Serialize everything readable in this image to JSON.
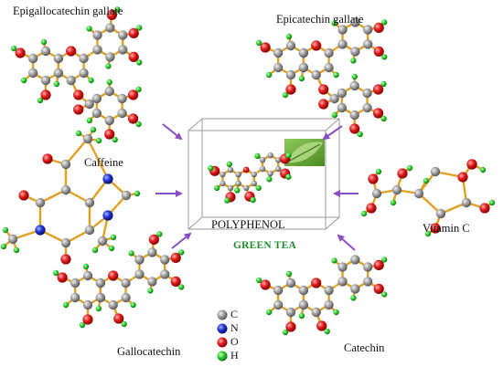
{
  "molecules": {
    "egcg": "Epigallocatechin gallate",
    "ecg": "Epicatechin gallate",
    "caffeine": "Caffeine",
    "vitc": "Vitamin C",
    "gallocatechin": "Gallocatechin",
    "catechin": "Catechin"
  },
  "center": {
    "polyphenol": "POLYPHENOL",
    "green_tea": "GREEN TEA"
  },
  "legend": [
    {
      "symbol": "C",
      "color": "#8c8c8c"
    },
    {
      "symbol": "N",
      "color": "#1b2fd0"
    },
    {
      "symbol": "O",
      "color": "#d91a1a"
    },
    {
      "symbol": "H",
      "color": "#2ecc2e"
    }
  ],
  "colors": {
    "bond": "#e0a020",
    "arrow": "#8a4fc4",
    "box": "#9a9a9a",
    "leaf": "#6fae3c"
  }
}
